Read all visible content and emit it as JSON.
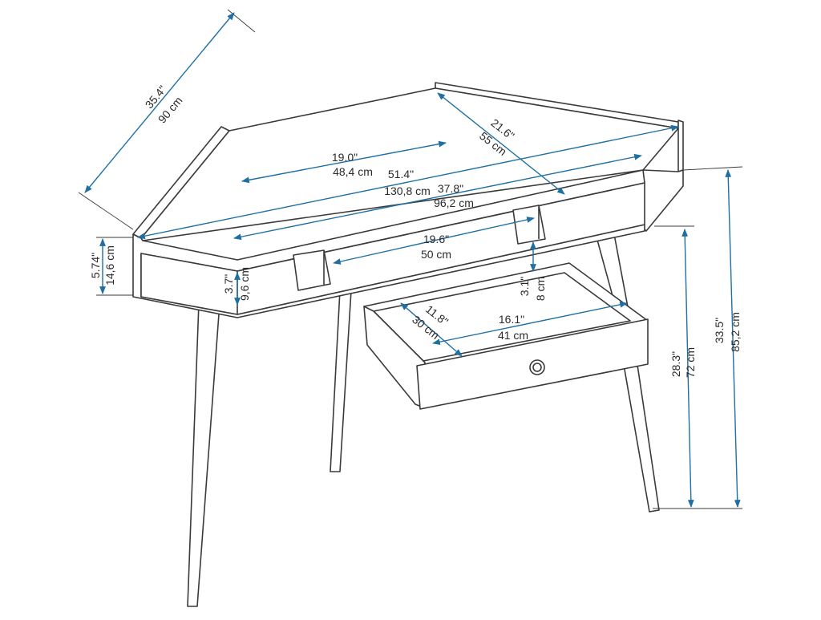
{
  "colors": {
    "dimension": "#1f6fa3",
    "outline": "#3a3a3a",
    "background": "#ffffff"
  },
  "dimensions": {
    "diagonal": {
      "in": "35.4\"",
      "cm": "90 cm"
    },
    "top_back_depth": {
      "in": "19.0\"",
      "cm": "48,4 cm"
    },
    "side_depth": {
      "in": "21.6\"",
      "cm": "55 cm"
    },
    "total_width": {
      "in": "51.4\"",
      "cm": "130,8 cm"
    },
    "front_width": {
      "in": "37.8\"",
      "cm": "96,2 cm"
    },
    "shelf_width": {
      "in": "19.6\"",
      "cm": "50 cm"
    },
    "top_height": {
      "in": "5.74\"",
      "cm": "14,6 cm"
    },
    "shelf_height": {
      "in": "3.7\"",
      "cm": "9,6 cm"
    },
    "drawer_height": {
      "in": "3.1\"",
      "cm": "8 cm"
    },
    "drawer_depth": {
      "in": "11.8\"",
      "cm": "30 cm"
    },
    "drawer_width": {
      "in": "16.1\"",
      "cm": "41 cm"
    },
    "leg_height": {
      "in": "28.3\"",
      "cm": "72 cm"
    },
    "total_height": {
      "in": "33.5\"",
      "cm": "85,2 cm"
    }
  }
}
